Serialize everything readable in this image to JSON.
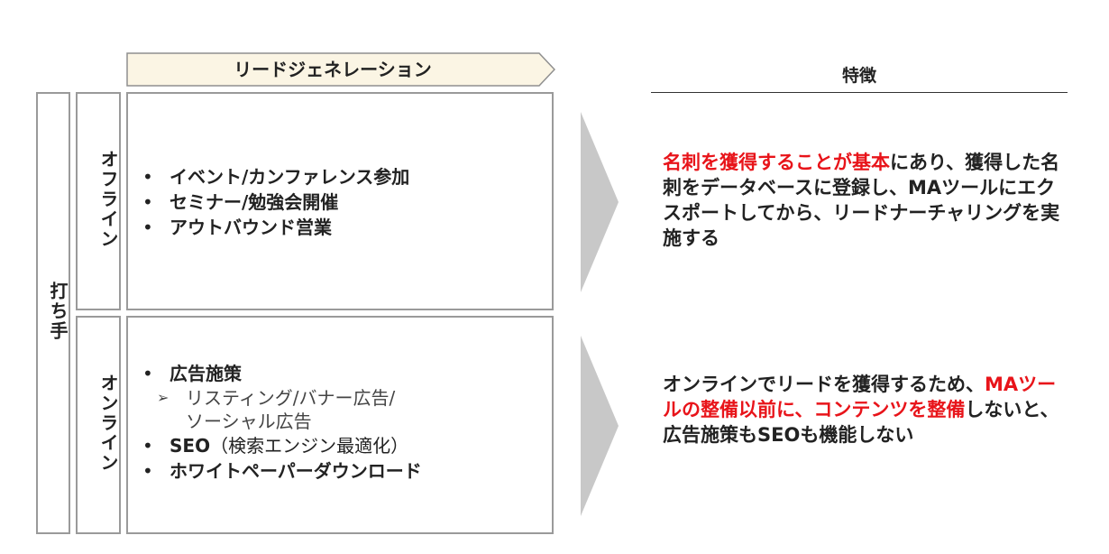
{
  "banner": {
    "label": "リードジェネレーション"
  },
  "left_label": "打ち手",
  "features_header": "特徴",
  "rows": [
    {
      "category": "オフライン",
      "items": [
        {
          "text": "イベント/カンファレンス参加"
        },
        {
          "text": "セミナー/勉強会開催"
        },
        {
          "text": "アウトバウンド営業"
        }
      ],
      "feature": [
        {
          "text": "名刺を獲得することが基本",
          "highlight": true
        },
        {
          "text": "にあり、獲得した名刺をデータベースに登録し、MAツールにエクスポートしてから、リードナーチャリングを実施する",
          "highlight": false
        }
      ]
    },
    {
      "category": "オンライン",
      "items": [
        {
          "text": "広告施策",
          "sub": [
            "リスティング/バナー広告/",
            "ソーシャル広告"
          ]
        },
        {
          "text": "SEO",
          "note": "（検索エンジン最適化）"
        },
        {
          "text": "ホワイトペーパーダウンロード"
        }
      ],
      "feature": [
        {
          "text": "オンラインでリードを獲得するため、",
          "highlight": false
        },
        {
          "text": "MAツールの整備以前に、コンテンツを整備",
          "highlight": true
        },
        {
          "text": "しないと、広告施策もSEOも機能しない",
          "highlight": false
        }
      ]
    }
  ],
  "colors": {
    "border": "#9a9a9a",
    "banner_fill": "#fbf5e4",
    "banner_stroke": "#8f8f8f",
    "arrow_fill": "#c8c8c8",
    "highlight": "#e8141a",
    "text": "#222222"
  },
  "icons": {
    "bullet": "bullet-dot",
    "sub_bullet": "arrowhead-bullet-icon"
  }
}
